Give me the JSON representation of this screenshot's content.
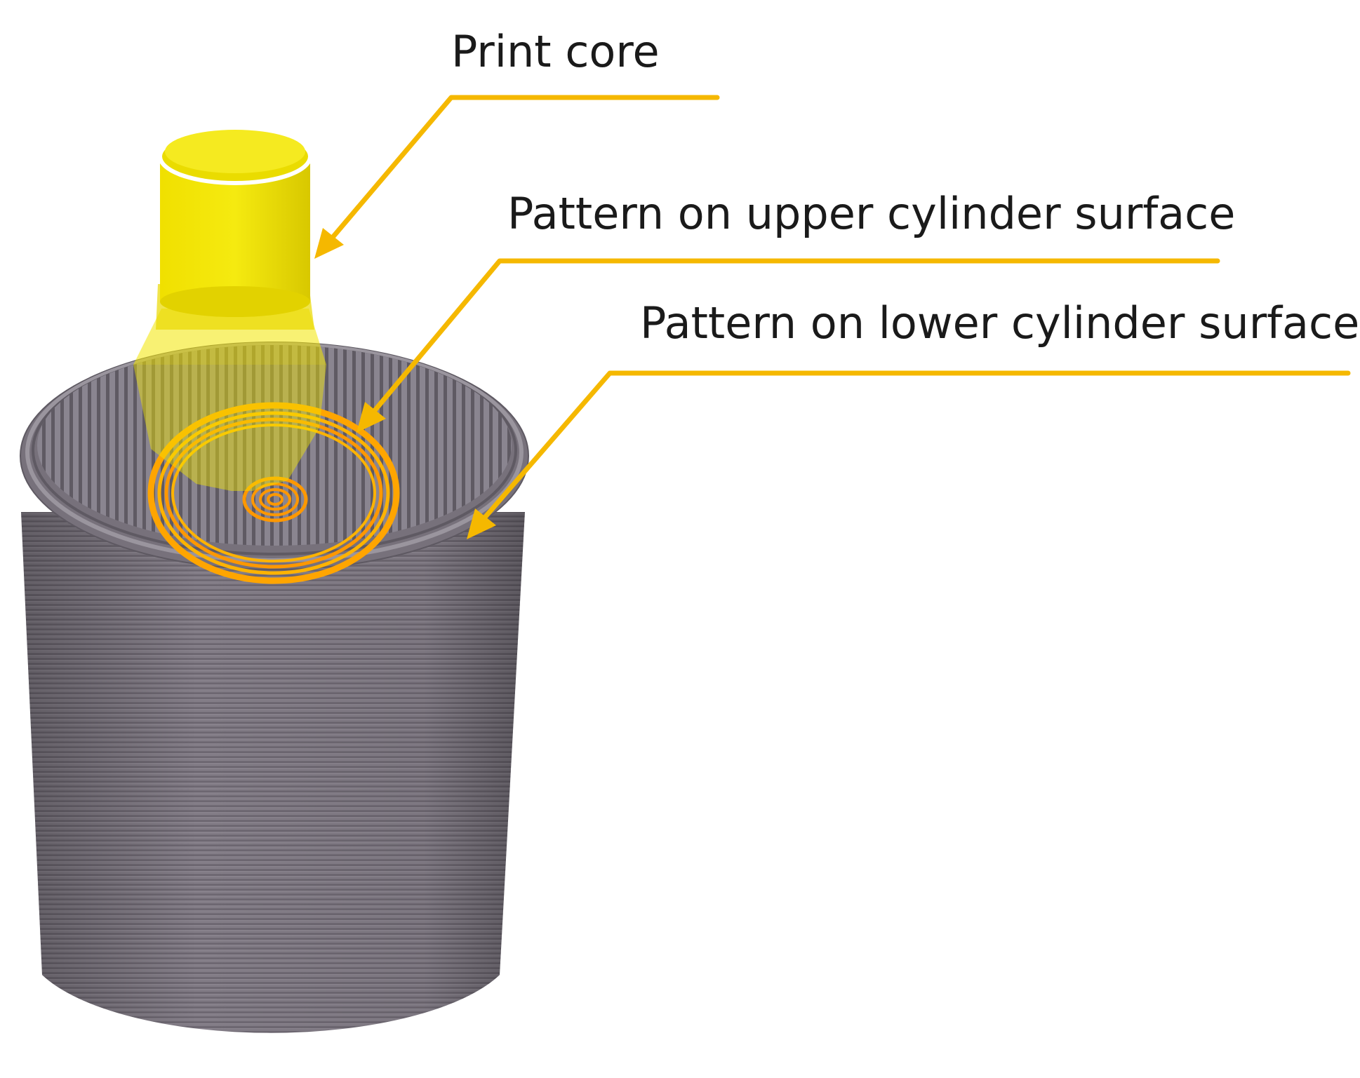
{
  "labels": {
    "print_core": "Print core",
    "upper_pattern": "Pattern on upper cylinder surface",
    "lower_pattern": "Pattern on lower cylinder surface"
  },
  "colors": {
    "leader_line": "#f5b800",
    "print_core": "#f2e600",
    "pattern_ring": "#ffa500",
    "cylinder_body": "#807a84",
    "cylinder_top": "#6d6870",
    "text": "#1a1a1a",
    "background": "#ffffff"
  }
}
